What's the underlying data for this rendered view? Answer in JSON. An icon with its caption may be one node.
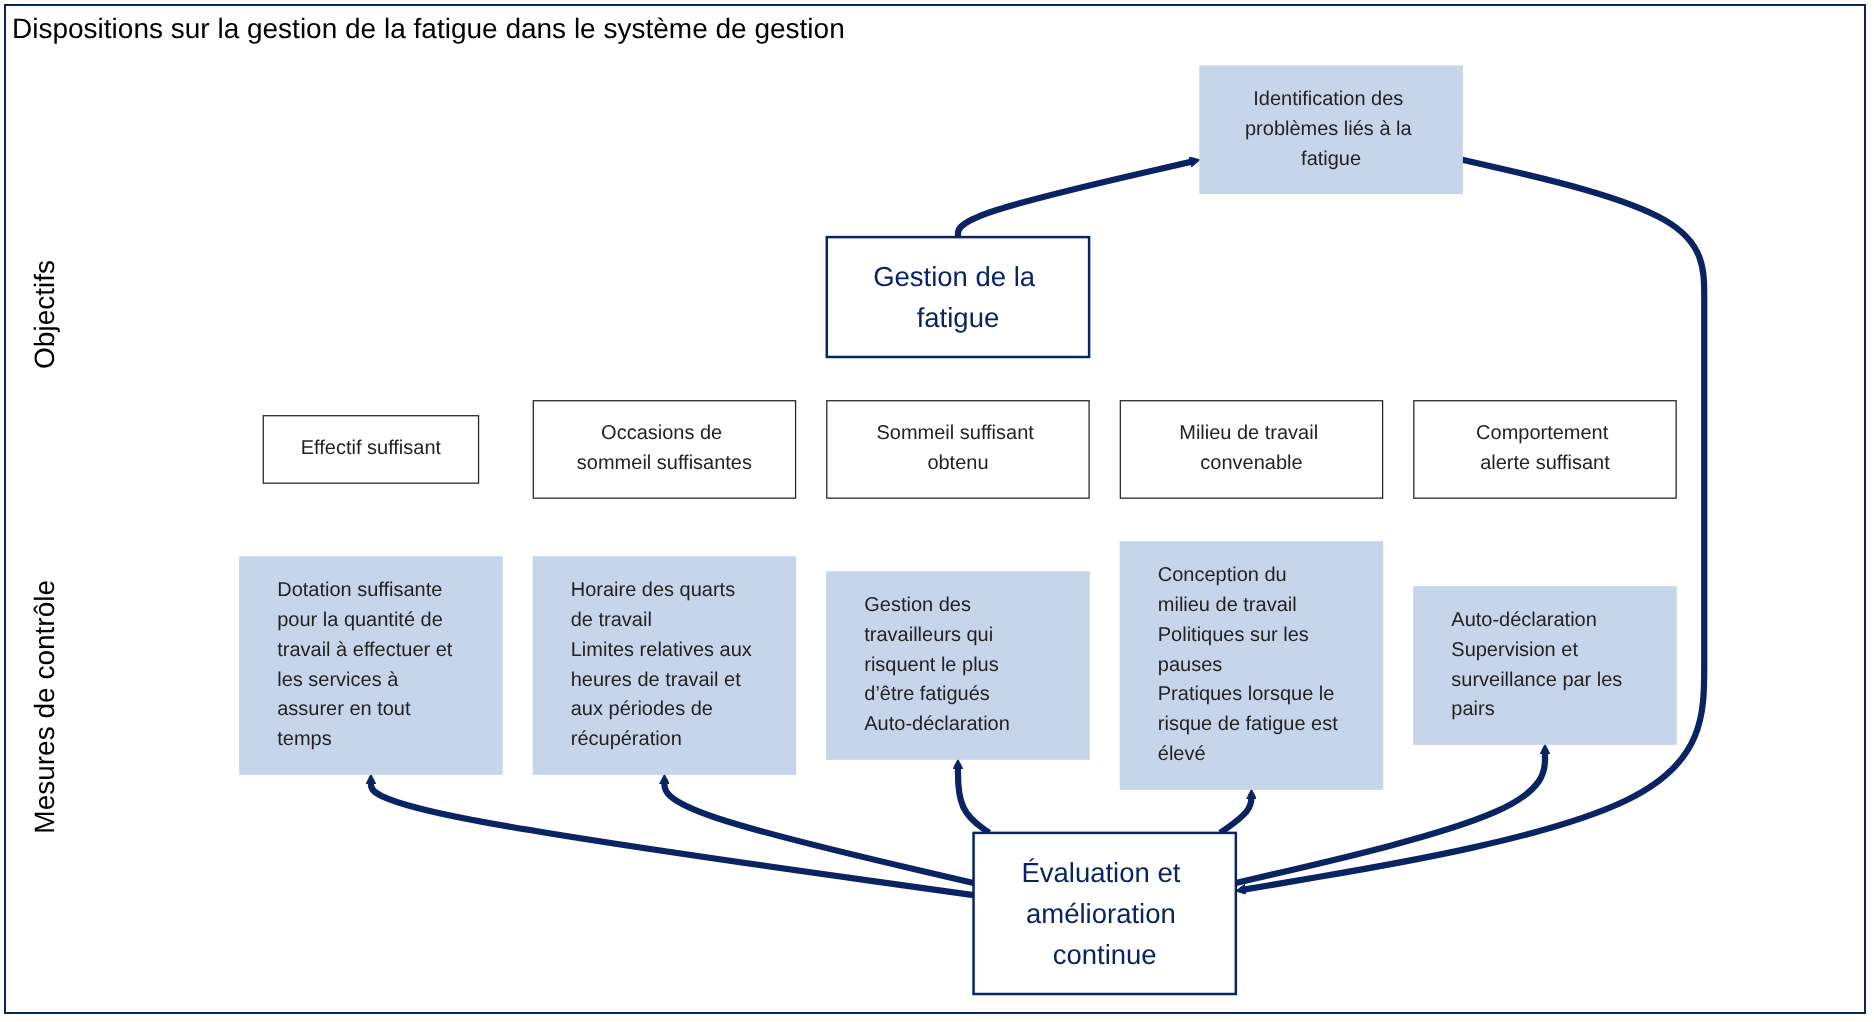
{
  "diagram": {
    "title": "Dispositions sur la gestion de la fatigue dans le système de gestion",
    "nodes": [
      {
        "text": [
          "Gestion de la fatigue"
        ]
      },
      {
        "text": [
          "Effectif suffisant"
        ]
      },
      {
        "text": [
          "Occasions de sommeil suffisantes"
        ]
      },
      {
        "text": [
          "Sommeil suffisant obtenu"
        ]
      },
      {
        "text": [
          "Milieu de travail convenable"
        ]
      },
      {
        "text": [
          "Comportement alerte suffisant"
        ]
      },
      {
        "text": [
          "Dotation suffisante pour la quantité de travail à effectuer et les services à assurer en tout temps"
        ]
      },
      {
        "text": [
          "Horaire des quarts de travail",
          "Limites relatives aux heures de travail et aux périodes de récupération"
        ]
      },
      {
        "text": [
          "Gestion des travailleurs qui risquent le plus d’être fatigués",
          "Auto-déclaration"
        ]
      },
      {
        "text": [
          "Conception du milieu de travail",
          "Politiques sur les pauses",
          "Pratiques lorsque le risque de fatigue est élevé"
        ]
      },
      {
        "text": [
          "Auto-déclaration",
          "Supervision et surveillance par les pairs"
        ]
      },
      {
        "text": [
          "Identification des problèmes liés à la fatigue"
        ]
      },
      {
        "text": [
          "Évaluation et amélioration continue"
        ]
      }
    ],
    "edges": [
      {
        "from": 0,
        "to": 11,
        "arrow": "to"
      },
      {
        "from": 11,
        "to": 12,
        "arrow": "to"
      },
      {
        "from": 12,
        "to": 6,
        "arrow": "to"
      },
      {
        "from": 12,
        "to": 7,
        "arrow": "to"
      },
      {
        "from": 12,
        "to": 8,
        "arrow": "to"
      },
      {
        "from": 12,
        "to": 9,
        "arrow": "to"
      },
      {
        "from": 12,
        "to": 10,
        "arrow": "to"
      }
    ],
    "labels": [
      "Objectifs",
      "Mesures de contrôle"
    ]
  }
}
